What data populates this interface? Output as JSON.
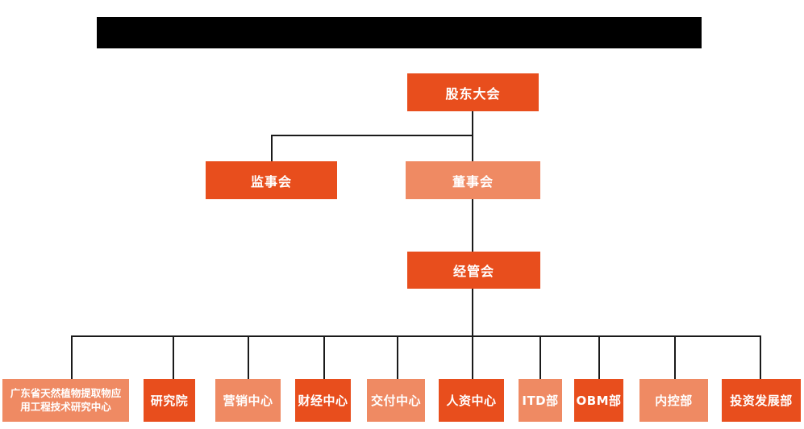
{
  "org_chart": {
    "colors": {
      "primary_orange": "#e84e1d",
      "light_orange": "#ef8a63",
      "line": "#1a1a1a",
      "node_text": "#ffffff"
    },
    "nodes": [
      {
        "id": "shareholders-meeting",
        "label": "股东大会"
      },
      {
        "id": "supervisory-board",
        "label": "监事会"
      },
      {
        "id": "board-of-directors",
        "label": "董事会"
      },
      {
        "id": "management-committee",
        "label": "经管会"
      },
      {
        "id": "research-center",
        "label": "广东省天然植物提取物应用工程技术研究中心"
      },
      {
        "id": "research-academy",
        "label": "研究院"
      },
      {
        "id": "marketing-center",
        "label": "营销中心"
      },
      {
        "id": "finance-center",
        "label": "财经中心"
      },
      {
        "id": "delivery-center",
        "label": "交付中心"
      },
      {
        "id": "hr-center",
        "label": "人资中心"
      },
      {
        "id": "itd-department",
        "label": "ITD部"
      },
      {
        "id": "obm-department",
        "label": "OBM部"
      },
      {
        "id": "internal-control-dept",
        "label": "内控部"
      },
      {
        "id": "investment-dev-dept",
        "label": "投资发展部"
      }
    ]
  }
}
